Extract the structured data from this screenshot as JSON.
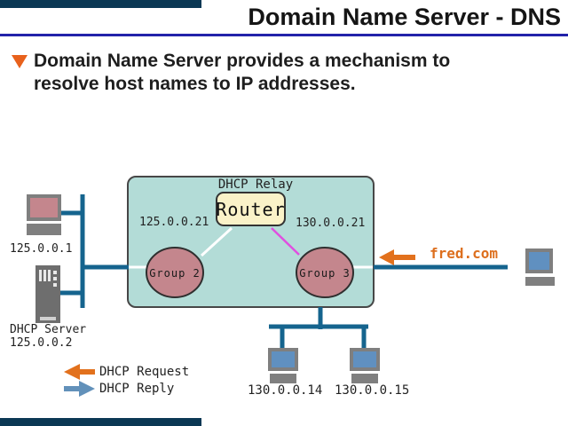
{
  "header": {
    "title": "Domain Name Server - DNS"
  },
  "bullet": {
    "lines": [
      "Domain Name Server provides a mechanism to",
      "resolve host names to IP addresses."
    ]
  },
  "diagram": {
    "relay_label": "DHCP Relay",
    "router_label": "Router",
    "subnet_left_ip": "125.0.0.21",
    "subnet_right_ip": "130.0.0.21",
    "group2_label": "Group 2",
    "group3_label": "Group 3",
    "client_pc_ip": "125.0.0.1",
    "dhcp_server_label": "DHCP Server",
    "dhcp_server_ip": "125.0.0.2",
    "external_host_label": "fred.com",
    "bottom_host_left_ip": "130.0.0.14",
    "bottom_host_right_ip": "130.0.0.15"
  },
  "legend": {
    "request_label": "DHCP Request",
    "reply_label": "DHCP Reply"
  },
  "colors": {
    "accent_bar": "#0b3854",
    "title_rule": "#2222aa",
    "bullet_marker": "#e8611c",
    "network_bus": "#15648e",
    "lan_box_fill": "#b3dcd7",
    "group_node_fill": "#c4868d",
    "router_fill": "#faf2c8",
    "request_arrow": "#e2711d",
    "reply_arrow": "#6291ba",
    "relay_link": "#e04fe0"
  }
}
